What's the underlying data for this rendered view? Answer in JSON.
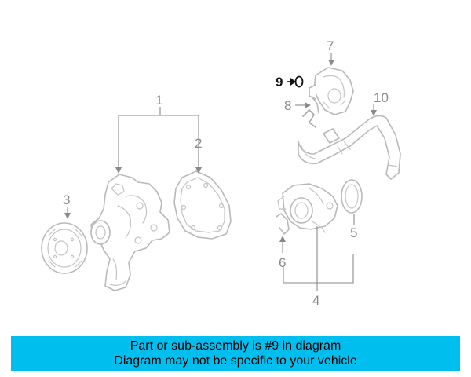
{
  "diagram": {
    "callouts": {
      "c1": "1",
      "c2": "2",
      "c3": "3",
      "c4": "4",
      "c5": "5",
      "c6": "6",
      "c7": "7",
      "c8": "8",
      "c9": "9",
      "c10": "10"
    },
    "highlighted_part": "9"
  },
  "banner": {
    "line1": "Part or sub-assembly is #9 in diagram",
    "line2": "Diagram may not be specific to your vehicle"
  },
  "colors": {
    "banner_background": "#00bfef",
    "banner_text": "#000000",
    "part_outline": "#b9b9b9",
    "highlight": "#111111"
  }
}
